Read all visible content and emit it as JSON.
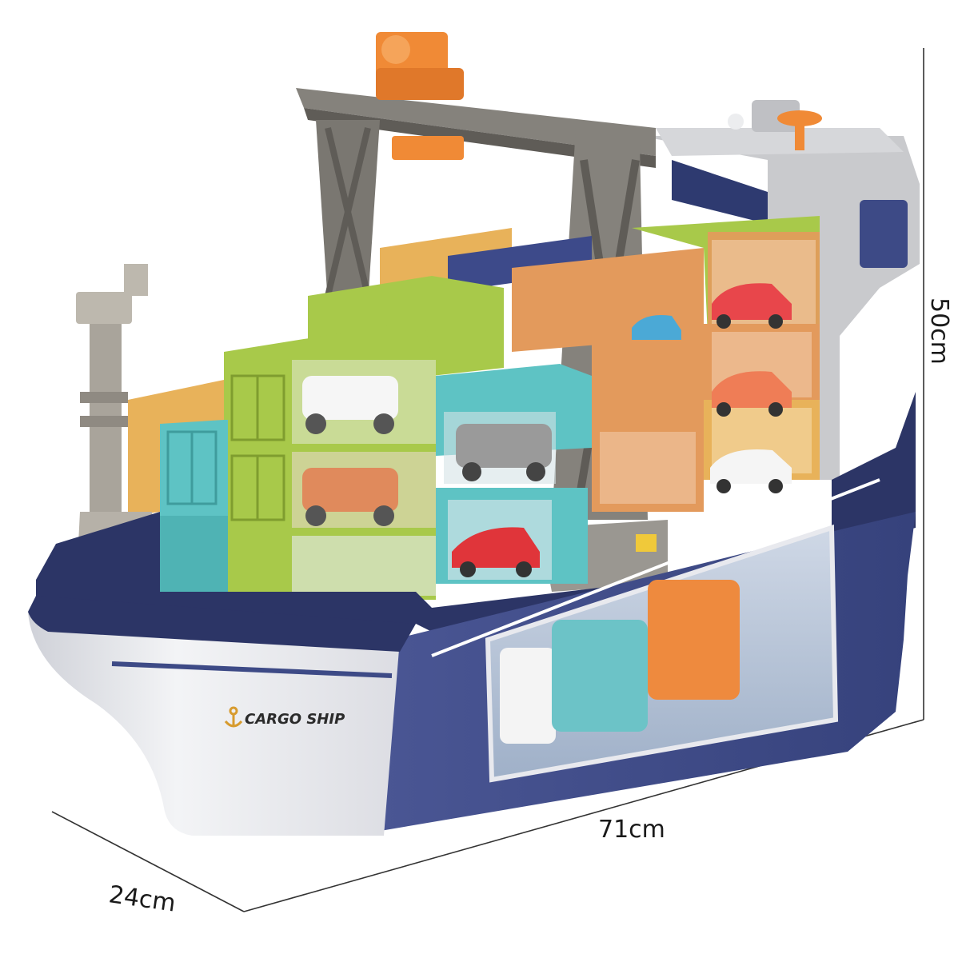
{
  "product": {
    "hull_text": "CARGO SHIP"
  },
  "dimensions": {
    "length": "71cm",
    "width": "24cm",
    "height": "50cm"
  },
  "colors": {
    "hull_navy": "#3d4a86",
    "hull_white": "#e9eaee",
    "crane_gray": "#85827c",
    "crane_orange": "#f08a36",
    "container_green": "#a8c94a",
    "container_teal": "#5ec3c4",
    "container_orange": "#e39a5c",
    "container_yellow": "#e8b25a",
    "container_blue": "#3d4a8a"
  },
  "icons": {
    "anchor": "anchor-icon"
  }
}
